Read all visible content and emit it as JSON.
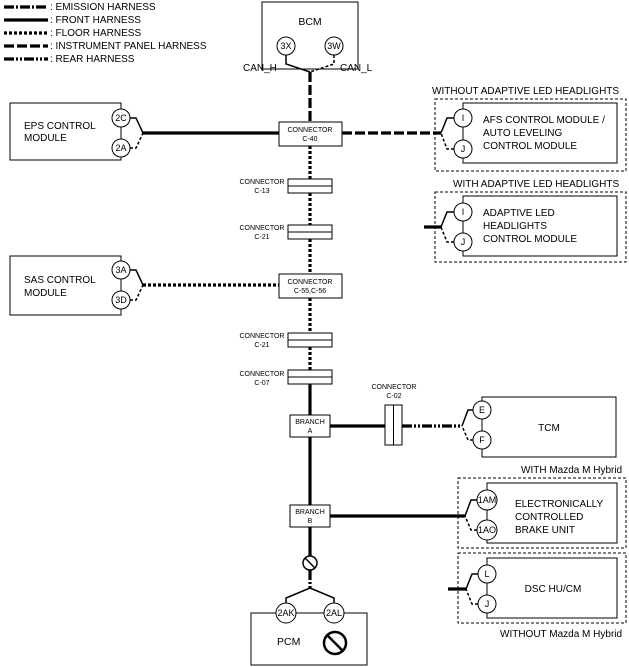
{
  "legend": [
    {
      "style": "emission",
      "label": ": EMISSION HARNESS"
    },
    {
      "style": "front",
      "label": ": FRONT HARNESS"
    },
    {
      "style": "floor",
      "label": ": FLOOR HARNESS"
    },
    {
      "style": "instrument",
      "label": ": INSTRUMENT PANEL HARNESS"
    },
    {
      "style": "rear",
      "label": ": REAR HARNESS"
    }
  ],
  "bcm": {
    "label": "BCM",
    "pin_h": "3X",
    "pin_l": "3W",
    "can_h": "CAN_H",
    "can_l": "CAN_L"
  },
  "eps": {
    "line1": "EPS CONTROL",
    "line2": "MODULE",
    "pin1": "2C",
    "pin2": "2A"
  },
  "sas": {
    "line1": "SAS CONTROL",
    "line2": "MODULE",
    "pin1": "3A",
    "pin2": "3D"
  },
  "afs": {
    "group_label": "WITHOUT ADAPTIVE LED HEADLIGHTS",
    "line1": "AFS CONTROL MODULE /",
    "line2": "AUTO LEVELING",
    "line3": "CONTROL MODULE",
    "pin1": "I",
    "pin2": "J"
  },
  "adaptive": {
    "group_label": "WITH ADAPTIVE LED HEADLIGHTS",
    "line1": "ADAPTIVE LED",
    "line2": "HEADLIGHTS",
    "line3": "CONTROL MODULE",
    "pin1": "I",
    "pin2": "J"
  },
  "tcm": {
    "label": "TCM",
    "pin1": "E",
    "pin2": "F"
  },
  "ecbu": {
    "group_label": "WITH Mazda M Hybrid",
    "line1": "ELECTRONICALLY",
    "line2": "CONTROLLED",
    "line3": "BRAKE UNIT",
    "pin1": "1AM",
    "pin2": "1AO"
  },
  "dsc": {
    "label": "DSC HU/CM",
    "group_label": "WITHOUT Mazda M Hybrid",
    "pin1": "L",
    "pin2": "J"
  },
  "pcm": {
    "label": "PCM",
    "pin1": "2AK",
    "pin2": "2AL"
  },
  "connectors": {
    "c40": {
      "line1": "CONNECTOR",
      "line2": "C-40"
    },
    "c13": {
      "line1": "CONNECTOR",
      "line2": "C-13"
    },
    "c21a": {
      "line1": "CONNECTOR",
      "line2": "C-21"
    },
    "c55": {
      "line1": "CONNECTOR",
      "line2": "C-55,C-56"
    },
    "c21b": {
      "line1": "CONNECTOR",
      "line2": "C-21"
    },
    "c07": {
      "line1": "CONNECTOR",
      "line2": "C-07"
    },
    "c02": {
      "line1": "CONNECTOR",
      "line2": "C-02"
    }
  },
  "branches": {
    "a": {
      "line1": "BRANCH",
      "line2": "A"
    },
    "b": {
      "line1": "BRANCH",
      "line2": "B"
    }
  }
}
